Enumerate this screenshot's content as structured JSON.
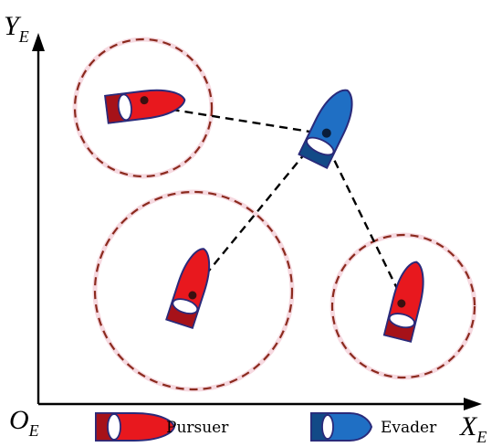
{
  "axes": {
    "y_label": "Y",
    "y_sub": "E",
    "x_label": "X",
    "x_sub": "E",
    "origin_label": "O",
    "origin_sub": "E"
  },
  "legend": {
    "pursuer_label": "Pursuer",
    "evader_label": "Evader"
  },
  "colors": {
    "pursuer": "#e8181e",
    "pursuer_dark": "#a61219",
    "evader": "#1f6fc4",
    "evader_dark": "#124a87",
    "outline": "#2a2a7a",
    "range_circle": "#8b2a1e"
  },
  "icons": {
    "pursuer": "pursuer-boat-icon",
    "evader": "evader-boat-icon"
  }
}
